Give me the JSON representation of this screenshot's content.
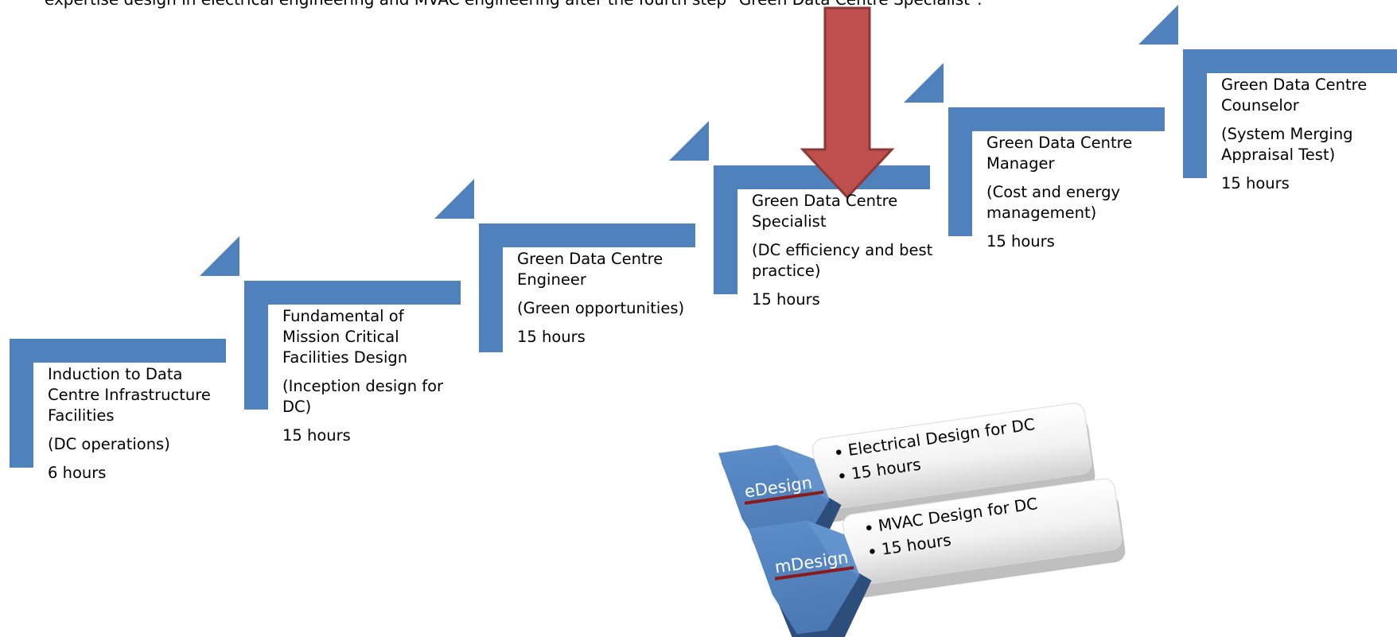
{
  "header": {
    "text": "expertise design in electrical engineering and MVAC engineering after the fourth step \"Green Data Centre Specialist\"."
  },
  "steps": [
    {
      "title": [
        "Induction to Data",
        "Centre Infrastructure",
        "Facilities"
      ],
      "subtitle": [
        "(DC operations)"
      ],
      "hours": "6 hours"
    },
    {
      "title": [
        "Fundamental of",
        "Mission Critical",
        "Facilities Design"
      ],
      "subtitle": [
        "(Inception design for",
        "DC)"
      ],
      "hours": "15 hours"
    },
    {
      "title": [
        "Green Data Centre",
        "Engineer"
      ],
      "subtitle": [
        "(Green opportunities)"
      ],
      "hours": "15 hours"
    },
    {
      "title": [
        "Green Data Centre",
        "Specialist"
      ],
      "subtitle": [
        "(DC efficiency and best",
        "practice)"
      ],
      "hours": "15 hours"
    },
    {
      "title": [
        "Green Data Centre",
        "Manager"
      ],
      "subtitle": [
        "(Cost and energy",
        "management)"
      ],
      "hours": "15 hours"
    },
    {
      "title": [
        "Green Data Centre",
        "Counselor"
      ],
      "subtitle": [
        "(System Merging",
        "Appraisal Test)"
      ],
      "hours": "15 hours"
    }
  ],
  "branches": [
    {
      "label": "eDesign",
      "bullets": [
        "Electrical Design for DC",
        "15 hours"
      ]
    },
    {
      "label": "mDesign",
      "bullets": [
        "MVAC Design for DC",
        "15 hours"
      ]
    }
  ],
  "colors": {
    "step_blue": "#4f81bd",
    "arrow_red": "#c0504d",
    "arrow_red_border": "#8c3836",
    "chevron_blue": "#4a78b2",
    "chevron_dark": "#2d4e7a",
    "bar_light": "#f2f2f2",
    "bar_shadow": "#bfbfbf",
    "label_underline": "#8b1a1a"
  },
  "icons": {
    "arrow": "down-arrow-icon",
    "bullet": "bullet-dot-icon"
  }
}
